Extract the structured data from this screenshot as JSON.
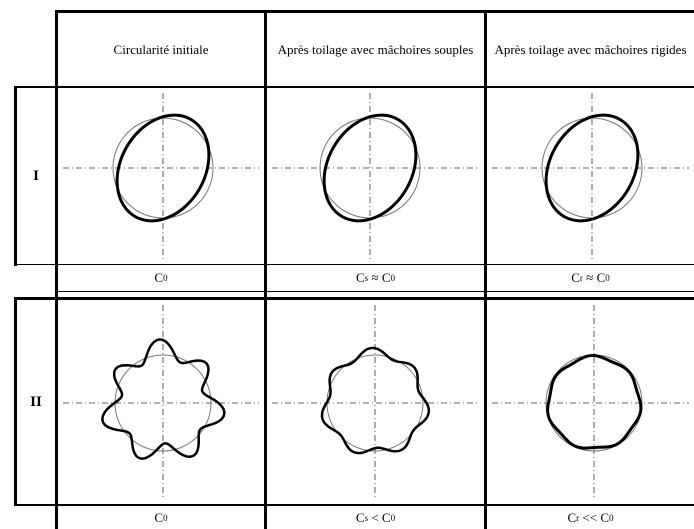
{
  "headers": [
    "Circularité initiale",
    "Après toilage avec mâchoires souples",
    "Après toilage avec mâchoires rigides"
  ],
  "rows": [
    {
      "label": "I",
      "captions": [
        {
          "base": "C",
          "sup": "",
          "rel": "",
          "rhs": "0"
        },
        {
          "base": "C",
          "sup": "s",
          "rel": " ≈ ",
          "rhs": "0"
        },
        {
          "base": "C",
          "sup": "r",
          "rel": " ≈ ",
          "rhs": "0"
        }
      ]
    },
    {
      "label": "II",
      "captions": [
        {
          "base": "C",
          "sup": "",
          "rel": "",
          "rhs": "0"
        },
        {
          "base": "C",
          "sup": "s",
          "rel": " < ",
          "rhs": "0"
        },
        {
          "base": "C",
          "sup": "r",
          "rel": " << ",
          "rhs": "0"
        }
      ]
    }
  ]
}
